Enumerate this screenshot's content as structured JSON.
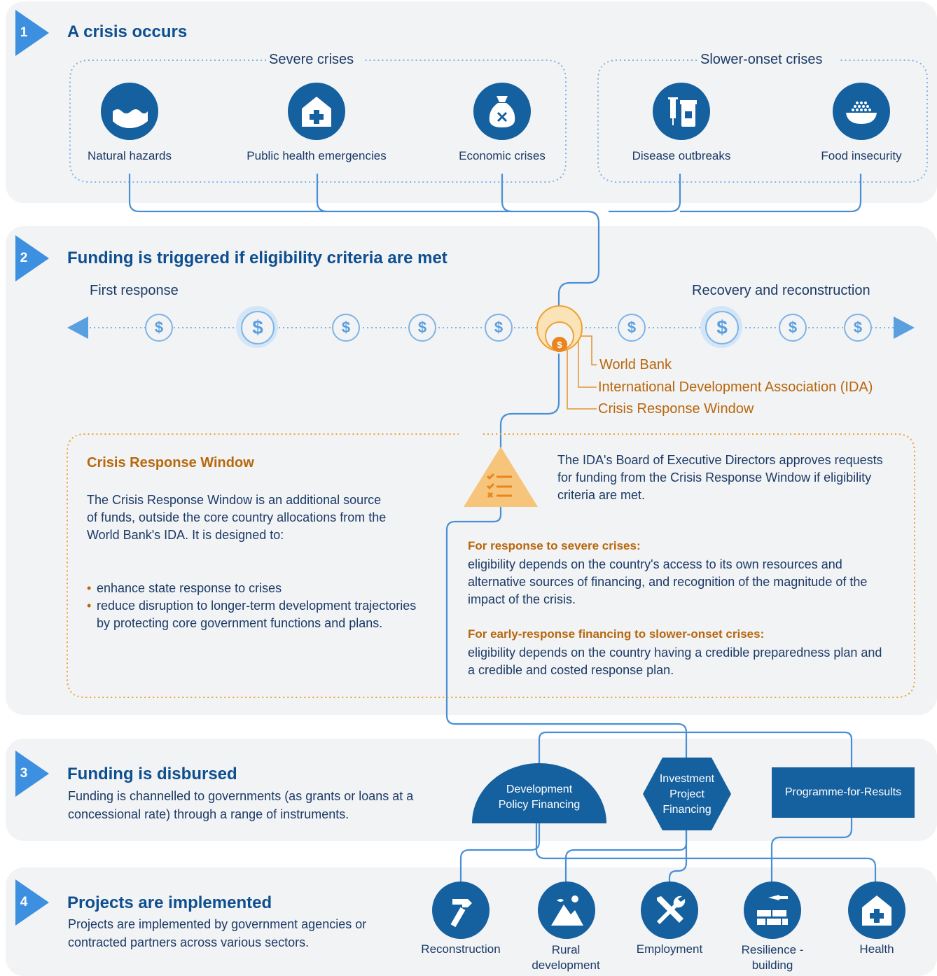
{
  "step1": {
    "num": "1",
    "title": "A crisis occurs",
    "group_severe": "Severe crises",
    "group_slower": "Slower-onset crises",
    "items": [
      {
        "label": "Natural hazards",
        "icon": "water-waves-icon"
      },
      {
        "label": "Public health emergencies",
        "icon": "hospital-icon"
      },
      {
        "label": "Economic crises",
        "icon": "money-bag-icon"
      },
      {
        "label": "Disease outbreaks",
        "icon": "syringe-medicine-icon"
      },
      {
        "label": "Food insecurity",
        "icon": "food-bowl-icon"
      }
    ]
  },
  "step2": {
    "num": "2",
    "title": "Funding is triggered if eligibility criteria are met",
    "left_label": "First response",
    "right_label": "Recovery and reconstruction",
    "coin_symbol": "$",
    "legend": [
      "World Bank",
      "International Development Association (IDA)",
      "Crisis Response Window"
    ],
    "crw_title": "Crisis Response Window",
    "crw_body": "The Crisis Response Window is an additional source of funds, outside the core country allocations from the World Bank's IDA. It is designed to:",
    "crw_bullets": [
      "enhance state response to crises",
      "reduce disruption to longer-term development trajectories by protecting core government functions and plans."
    ],
    "board_text": "The IDA's Board of Executive Directors approves requests for funding from the Crisis Response Window if eligibility criteria are met.",
    "severe_head": "For response to severe crises:",
    "severe_text": "eligibility depends on the country's access to its own resources and alternative sources of financing, and recognition of the magnitude of the impact of the crisis.",
    "early_head": "For early-response financing to slower-onset crises:",
    "early_text": "eligibility depends on the country having a credible preparedness plan and a credible and costed response plan."
  },
  "step3": {
    "num": "3",
    "title": "Funding is disbursed",
    "body": "Funding is channelled to governments (as grants or loans at a concessional rate) through a range of instruments.",
    "instruments": [
      "Development Policy Financing",
      "Investment Project Financing",
      "Programme-for-Results"
    ]
  },
  "step4": {
    "num": "4",
    "title": "Projects are implemented",
    "body": "Projects are implemented by government agencies or contracted partners across various sectors.",
    "sectors": [
      {
        "label": "Reconstruction",
        "icon": "hammer-icon"
      },
      {
        "label": "Rural development",
        "icon": "mountain-icon"
      },
      {
        "label": "Employment",
        "icon": "tools-icon"
      },
      {
        "label": "Resilience -building",
        "icon": "brick-wall-icon"
      },
      {
        "label": "Health",
        "icon": "health-house-icon"
      }
    ]
  },
  "colors": {
    "blue": "#15609f",
    "light_blue": "#3d8fe0",
    "orange": "#f0a030",
    "panel": "#f2f3f5"
  }
}
